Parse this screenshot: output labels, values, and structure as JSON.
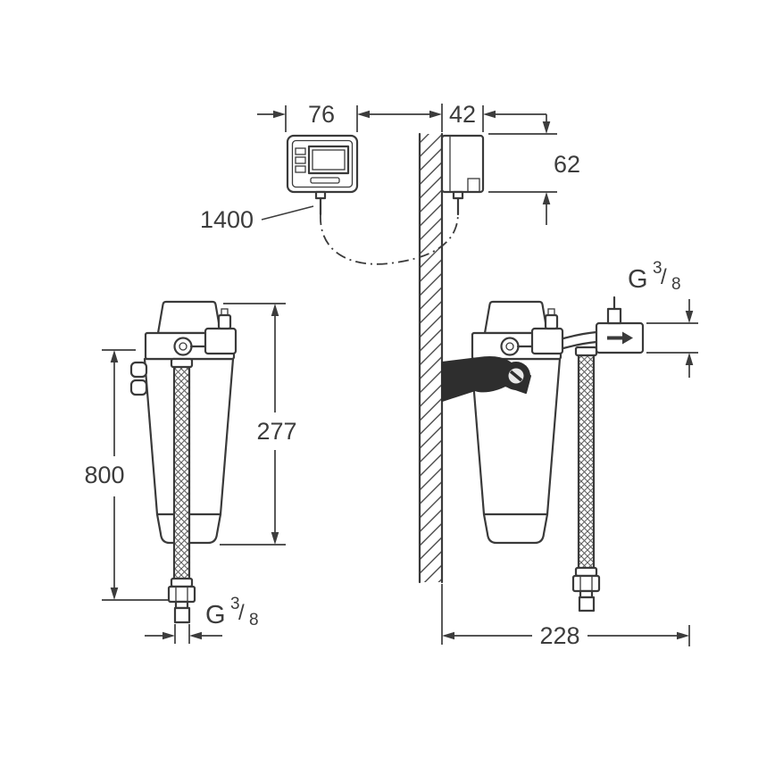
{
  "colors": {
    "background": "#ffffff",
    "line": "#3a3a3a",
    "dimension_text": "#3c3c3c",
    "bracket_fill": "#2e2e2e"
  },
  "labels": {
    "control_unit_width": "76",
    "wall_to_front_depth": "42",
    "control_unit_height": "62",
    "cable_length": "1400",
    "filter_height": "277",
    "hose_length": "800",
    "wall_clearance": "228"
  },
  "thread_top": {
    "g": "G",
    "numerator": "3",
    "slash": "/",
    "denominator": "8"
  },
  "thread_bottom": {
    "g": "G",
    "numerator": "3",
    "slash": "/",
    "denominator": "8"
  }
}
